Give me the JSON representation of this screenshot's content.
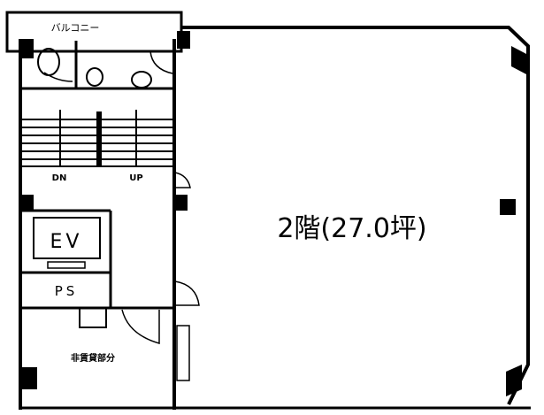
{
  "plan": {
    "balcony_label": "バルコニー",
    "stairs_down_label": "DN",
    "stairs_up_label": "UP",
    "elevator_label": "EV",
    "pipe_space_label": "PS",
    "non_rental_label": "非賃貸部分",
    "floor_label": "2階(27.0坪)"
  }
}
